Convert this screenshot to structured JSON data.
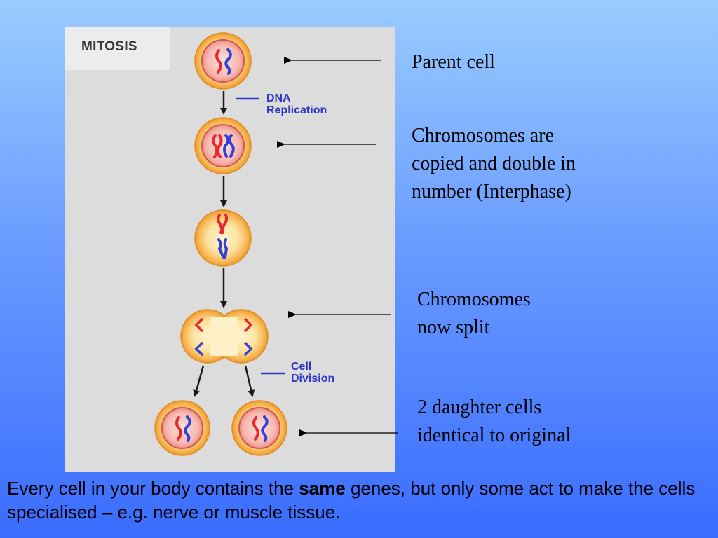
{
  "diagram": {
    "title": "MITOSIS",
    "labels": {
      "dna_replication": [
        "DNA",
        "Replication"
      ],
      "cell_division": [
        "Cell",
        "Division"
      ]
    },
    "colors": {
      "chromosome_red": "#e8282d",
      "chromosome_blue": "#3242d8",
      "cell_membrane": "#f6a83c",
      "cell_nucleus": "#f4a6a0",
      "label_blue": "#2b36c8"
    }
  },
  "annotations": {
    "parent_cell": [
      "Parent cell"
    ],
    "chromosomes_copied": [
      "Chromosomes are",
      "copied and double in",
      "number (Interphase)"
    ],
    "chromosomes_split": [
      "Chromosomes",
      "now split"
    ],
    "daughter_cells": [
      "2 daughter cells",
      "identical to original"
    ]
  },
  "footer": {
    "before": "Every cell in your body contains the ",
    "bold": "same",
    "after": " genes, but only some act to make the cells specialised – e.g. nerve or muscle tissue."
  }
}
